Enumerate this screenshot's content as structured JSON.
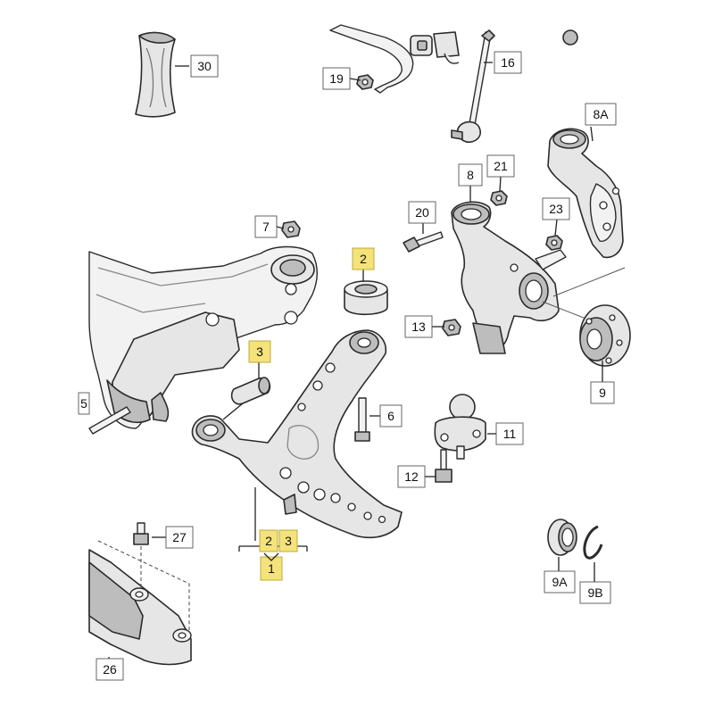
{
  "callouts": [
    {
      "id": "c30",
      "label": "30",
      "highlight": false
    },
    {
      "id": "c19",
      "label": "19",
      "highlight": false
    },
    {
      "id": "c16",
      "label": "16",
      "highlight": false
    },
    {
      "id": "c8A",
      "label": "8A",
      "highlight": false
    },
    {
      "id": "c8",
      "label": "8",
      "highlight": false
    },
    {
      "id": "c21",
      "label": "21",
      "highlight": false
    },
    {
      "id": "c20",
      "label": "20",
      "highlight": false
    },
    {
      "id": "c23",
      "label": "23",
      "highlight": false
    },
    {
      "id": "c7",
      "label": "7",
      "highlight": false
    },
    {
      "id": "c2top",
      "label": "2",
      "highlight": true
    },
    {
      "id": "c13",
      "label": "13",
      "highlight": false
    },
    {
      "id": "c3top",
      "label": "3",
      "highlight": true
    },
    {
      "id": "c9",
      "label": "9",
      "highlight": false
    },
    {
      "id": "c6",
      "label": "6",
      "highlight": false
    },
    {
      "id": "c11",
      "label": "11",
      "highlight": false
    },
    {
      "id": "c12",
      "label": "12",
      "highlight": false
    },
    {
      "id": "c27",
      "label": "27",
      "highlight": false
    },
    {
      "id": "c2bot",
      "label": "2",
      "highlight": true
    },
    {
      "id": "c3bot",
      "label": "3",
      "highlight": true
    },
    {
      "id": "c1",
      "label": "1",
      "highlight": true
    },
    {
      "id": "c9A",
      "label": "9A",
      "highlight": false
    },
    {
      "id": "c9B",
      "label": "9B",
      "highlight": false
    },
    {
      "id": "c26",
      "label": "26",
      "highlight": false
    },
    {
      "id": "c5",
      "label": "5",
      "highlight": false
    }
  ],
  "colors": {
    "highlight": "#f4e27a",
    "part_fill": "#e6e6e6",
    "line": "#2b2b2b"
  }
}
